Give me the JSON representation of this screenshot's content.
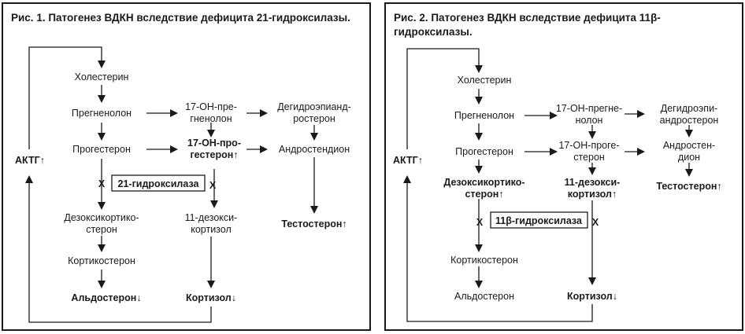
{
  "figure1": {
    "caption": "Рис. 1. Патогенез ВДКН вследствие дефицита 21-гидроксилазы.",
    "cholesterol": "Холестерин",
    "pregnenolone": "Прегненолон",
    "progesterone": "Прогестерон",
    "oh17_pregnenolone": [
      "17-OH-пре-",
      "гненолон"
    ],
    "oh17_progesterone": [
      "17-OH-про-",
      "гестерон↑"
    ],
    "dhea": [
      "Дегидроэпианд-",
      "ростерон"
    ],
    "androstenedione": "Андростендион",
    "testosterone": "Тестостерон↑",
    "deoxycorticosterone": [
      "Дезоксикортико-",
      "стерон"
    ],
    "deoxycortisol": [
      "11-дезокси-",
      "кортизол"
    ],
    "corticosterone": "Кортикостерон",
    "aldosterone": "Альдостерон↓",
    "cortisol": "Кортизол↓",
    "acth": "АКТГ↑",
    "enzyme_block": "21-гидроксилаза",
    "block_mark": "X"
  },
  "figure2": {
    "caption": "Рис. 2. Патогенез ВДКН вследствие дефицита 11β-гидроксилазы.",
    "cholesterol": "Холестерин",
    "pregnenolone": "Прегненолон",
    "progesterone": "Прогестерон",
    "oh17_pregnenolone": [
      "17-OH-прегне-",
      "нолон"
    ],
    "oh17_progesterone": [
      "17-OH-проге-",
      "стерон"
    ],
    "dhea": [
      "Дегидроэпи-",
      "андростерон"
    ],
    "androstenedione": [
      "Андростен-",
      "дион"
    ],
    "testosterone": "Тестостерон↑",
    "deoxycorticosterone": [
      "Дезоксикортико-",
      "стерон↑"
    ],
    "deoxycortisol": [
      "11-дезокси-",
      "кортизол↑"
    ],
    "corticosterone": "Кортикостерон",
    "aldosterone": "Альдостерон",
    "cortisol": "Кортизол↓",
    "acth": "АКТГ↑",
    "enzyme_block": "11β-гидроксилаза",
    "block_mark": "X"
  }
}
